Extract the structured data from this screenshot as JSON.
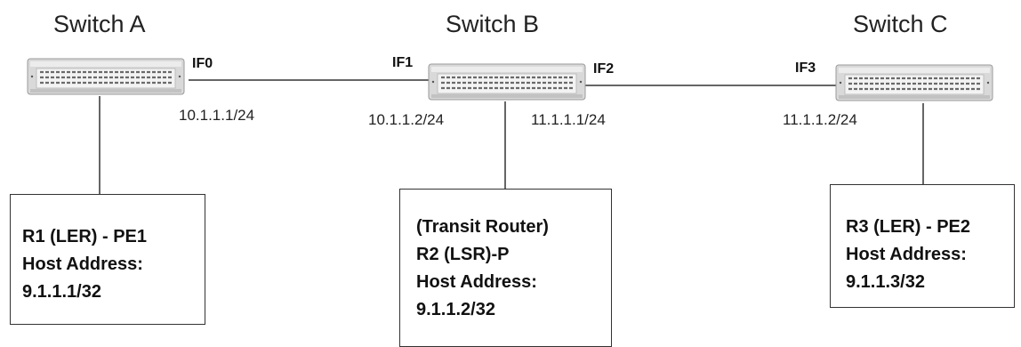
{
  "colors": {
    "switch_body": "#d9d9d9",
    "switch_panel": "#555555",
    "line": "#333333",
    "text": "#111111"
  },
  "switches": [
    {
      "name": "Switch A",
      "icon": "network-switch-icon"
    },
    {
      "name": "Switch B",
      "icon": "network-switch-icon"
    },
    {
      "name": "Switch C",
      "icon": "network-switch-icon"
    }
  ],
  "interfaces": [
    "IF0",
    "IF1",
    "IF2",
    "IF3"
  ],
  "ip_addresses": [
    "10.1.1.1/24",
    "10.1.1.2/24",
    "11.1.1.1/24",
    "11.1.1.2/24"
  ],
  "routers": [
    {
      "lines": [
        "R1 (LER) - PE1",
        "Host Address:",
        "9.1.1.1/32"
      ]
    },
    {
      "lines": [
        "(Transit Router)",
        "R2 (LSR)-P",
        "Host Address:",
        "9.1.1.2/32"
      ]
    },
    {
      "lines": [
        "R3 (LER) - PE2",
        "Host Address:",
        "9.1.1.3/32"
      ]
    }
  ]
}
